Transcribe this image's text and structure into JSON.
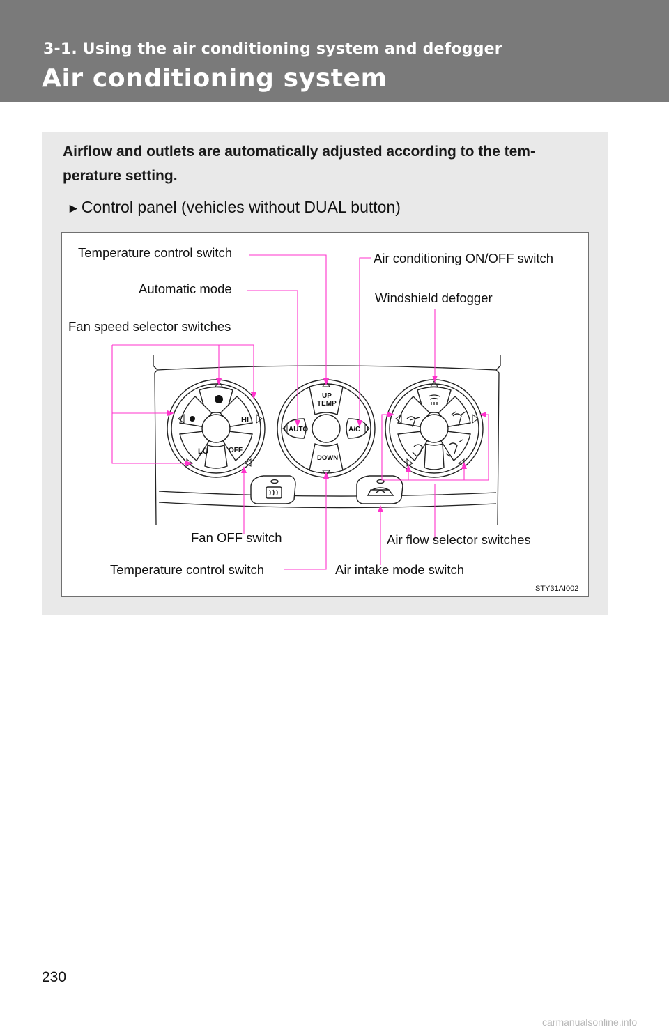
{
  "header": {
    "section": "3-1. Using the air conditioning system and defogger",
    "title": "Air conditioning system"
  },
  "intro": {
    "line1": "Airflow and outlets are automatically adjusted according to the tem-",
    "line2": "perature setting."
  },
  "subheading": {
    "marker": "►",
    "text": "Control panel (vehicles without DUAL button)"
  },
  "figure": {
    "code": "STY31AI002",
    "labels": {
      "temp_control_top": "Temperature control switch",
      "ac_switch": "Air conditioning ON/OFF switch",
      "auto_mode": "Automatic mode",
      "windshield": "Windshield defogger",
      "fan_speed": "Fan speed selector switches",
      "fan_off": "Fan OFF switch",
      "air_flow": "Air flow selector switches",
      "temp_control_bottom": "Temperature control switch",
      "air_intake": "Air intake mode switch"
    },
    "buttons": {
      "hi": "HI",
      "lo": "LO",
      "off": "OFF",
      "up": "UP",
      "temp": "TEMP",
      "auto": "AUTO",
      "ac": "A/C",
      "down": "DOWN"
    },
    "leader_color": "#ff33cc"
  },
  "page_number": "230",
  "watermark": "carmanualsonline.info"
}
